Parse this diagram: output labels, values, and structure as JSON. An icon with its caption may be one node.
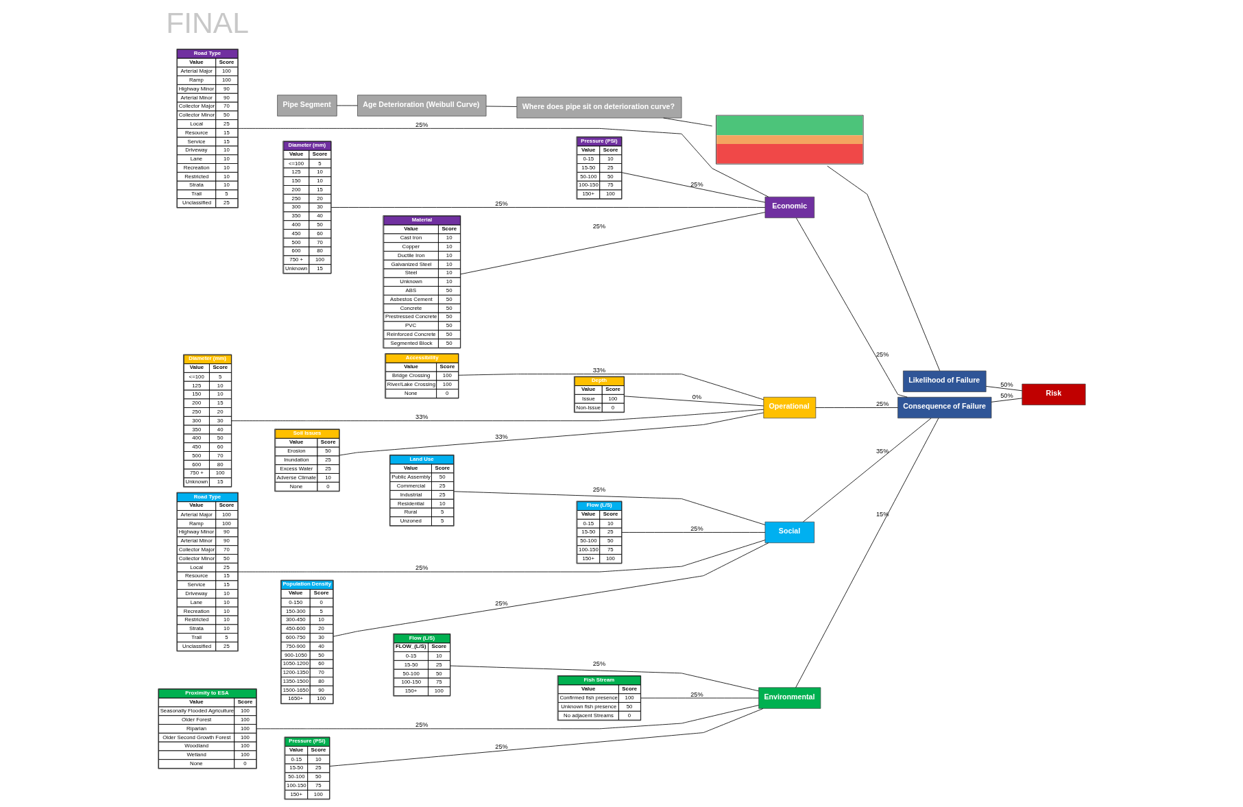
{
  "diagram": {
    "nodes": [
      {
        "text": [
          "Road Type",
          "Value",
          "Score",
          "Arterial Major",
          "100",
          "Ramp",
          "100",
          "Highway Minor",
          "90",
          "Arterial Minor",
          "90",
          "Collector Major",
          "70",
          "Collector Minor",
          "50",
          "Local",
          "25",
          "Resource",
          "15",
          "Service",
          "15",
          "Driveway",
          "10",
          "Lane",
          "10",
          "Recreation",
          "10",
          "Restricted",
          "10",
          "Strata",
          "10",
          "Trail",
          "5",
          "Unclassified",
          "25"
        ]
      },
      {
        "text": [
          "Diameter (mm)",
          "Value",
          "Score",
          "<=100",
          "5",
          "125",
          "10",
          "150",
          "10",
          "200",
          "15",
          "250",
          "20",
          "300",
          "30",
          "350",
          "40",
          "400",
          "50",
          "450",
          "60",
          "500",
          "70",
          "600",
          "80",
          "750 +",
          "100",
          "Unknown",
          "15"
        ]
      },
      {
        "text": [
          "Material",
          "Value",
          "Score",
          "Cast Iron",
          "10",
          "Copper",
          "10",
          "Ductile Iron",
          "10",
          "Galvanized Steel",
          "10",
          "Steel",
          "10",
          "Unknown",
          "10",
          "ABS",
          "50",
          "Asbestos Cement",
          "50",
          "Concrete",
          "50",
          "Prestressed Concrete",
          "50",
          "PVC",
          "50",
          "Reinforced Concrete",
          "50",
          "Segmented Block",
          "50"
        ]
      },
      {
        "text": [
          "Pressure (PSI)",
          "Value",
          "Score",
          "0-15",
          "10",
          "15-50",
          "25",
          "50-100",
          "50",
          "100-150",
          "75",
          "150+",
          "100"
        ]
      },
      {
        "text": [
          "Economic"
        ]
      },
      {
        "text": [
          "Diameter (mm)",
          "Value",
          "Score",
          "<=100",
          "5",
          "125",
          "10",
          "150",
          "10",
          "200",
          "15",
          "250",
          "20",
          "300",
          "30",
          "350",
          "40",
          "400",
          "50",
          "450",
          "60",
          "500",
          "70",
          "600",
          "80",
          "750 +",
          "100",
          "Unknown",
          "15"
        ]
      },
      {
        "text": [
          "Soil Issues",
          "Value",
          "Score",
          "Erosion",
          "50",
          "Inundation",
          "25",
          "Excess Water",
          "25",
          "Adverse Climate",
          "10",
          "None",
          "0"
        ]
      },
      {
        "text": [
          "Accessibility",
          "Value",
          "Score",
          "Bridge Crossing",
          "100",
          "River/Lake Crossing",
          "100",
          "None",
          "0"
        ]
      },
      {
        "text": [
          "Depth",
          "Value",
          "Score",
          "Issue",
          "100",
          "Non-Issue",
          "0"
        ]
      },
      {
        "text": [
          "Operational"
        ]
      },
      {
        "text": [
          "Road Type",
          "Value",
          "Score",
          "Arterial Major",
          "100",
          "Ramp",
          "100",
          "Highway Minor",
          "90",
          "Arterial Minor",
          "90",
          "Collector Major",
          "70",
          "Collector Minor",
          "50",
          "Local",
          "25",
          "Resource",
          "15",
          "Service",
          "15",
          "Driveway",
          "10",
          "Lane",
          "10",
          "Recreation",
          "10",
          "Restricted",
          "10",
          "Strata",
          "10",
          "Trail",
          "5",
          "Unclassified",
          "25"
        ]
      },
      {
        "text": [
          "Population Density",
          "Value",
          "Score",
          "0-150",
          "0",
          "150-300",
          "5",
          "300-450",
          "10",
          "450-600",
          "20",
          "600-750",
          "30",
          "750-900",
          "40",
          "900-1050",
          "50",
          "1050-1200",
          "60",
          "1200-1350",
          "70",
          "1350-1500",
          "80",
          "1500-1650",
          "90",
          "1650+",
          "100"
        ]
      },
      {
        "text": [
          "Land Use",
          "Value",
          "Score",
          "Public Assembly",
          "50",
          "Commercial",
          "25",
          "Industrial",
          "25",
          "Residential",
          "10",
          "Rural",
          "5",
          "Unzoned",
          "5"
        ]
      },
      {
        "text": [
          "Flow (L/S)",
          "Value",
          "Score",
          "0-15",
          "10",
          "15-50",
          "25",
          "50-100",
          "50",
          "100-150",
          "75",
          "150+",
          "100"
        ]
      },
      {
        "text": [
          "Social"
        ]
      },
      {
        "text": [
          "Proximity to ESA",
          "Value",
          "Score",
          "Seasonally Flooded Agriculture",
          "100",
          "Older Forest",
          "100",
          "Riparian",
          "100",
          "Older Second Growth Forest",
          "100",
          "Woodland",
          "100",
          "Wetland",
          "100",
          "None",
          "0"
        ]
      },
      {
        "text": [
          "Pressure (PSI)",
          "Value",
          "Score",
          "0-15",
          "10",
          "15-50",
          "25",
          "50-100",
          "50",
          "100-150",
          "75",
          "150+",
          "100"
        ]
      },
      {
        "text": [
          "Flow (L/S)",
          "FLOW_(L/S)",
          "Score",
          "0-15",
          "10",
          "15-50",
          "25",
          "50-100",
          "50",
          "100-150",
          "75",
          "150+",
          "100"
        ]
      },
      {
        "text": [
          "Fish Stream",
          "Value",
          "Score",
          "Confirmed fish presence",
          "100",
          "Unknown fish presence",
          "50",
          "No adjacent Streams",
          "0"
        ]
      },
      {
        "text": [
          "Environmental"
        ]
      },
      {
        "text": [
          "Consequence of Failure"
        ]
      },
      {
        "text": [
          "Risk"
        ]
      },
      {
        "text": [
          "Pipe Segment"
        ]
      },
      {
        "text": [
          "Age Deterioration (Weibull Curve)"
        ]
      },
      {
        "text": [
          "Where does pipe sit on deterioration curve?"
        ]
      },
      {
        "text": [],
        "shape": "picture"
      },
      {
        "text": [
          "Likelihood of Failure"
        ]
      }
    ],
    "edges": [
      {
        "from": 0,
        "to": 4,
        "arrow": "none",
        "label": "25%"
      },
      {
        "from": 1,
        "to": 4,
        "arrow": "none",
        "label": "25%"
      },
      {
        "from": 2,
        "to": 4,
        "arrow": "none",
        "label": "25%"
      },
      {
        "from": 3,
        "to": 4,
        "arrow": "none",
        "label": "25%"
      },
      {
        "from": 5,
        "to": 9,
        "arrow": "none",
        "label": "33%"
      },
      {
        "from": 6,
        "to": 9,
        "arrow": "none",
        "label": "33%"
      },
      {
        "from": 7,
        "to": 9,
        "arrow": "none",
        "label": "33%"
      },
      {
        "from": 8,
        "to": 9,
        "arrow": "none",
        "label": "0%"
      },
      {
        "from": 10,
        "to": 14,
        "arrow": "none",
        "label": "25%"
      },
      {
        "from": 11,
        "to": 14,
        "arrow": "none",
        "label": "25%"
      },
      {
        "from": 12,
        "to": 14,
        "arrow": "none",
        "label": "25%"
      },
      {
        "from": 13,
        "to": 14,
        "arrow": "none",
        "label": "25%"
      },
      {
        "from": 15,
        "to": 19,
        "arrow": "none",
        "label": "25%"
      },
      {
        "from": 16,
        "to": 19,
        "arrow": "none",
        "label": "25%"
      },
      {
        "from": 17,
        "to": 19,
        "arrow": "none",
        "label": "25%"
      },
      {
        "from": 18,
        "to": 19,
        "arrow": "none",
        "label": "25%"
      },
      {
        "from": 4,
        "to": 20,
        "arrow": "none",
        "label": "25%"
      },
      {
        "from": 9,
        "to": 20,
        "arrow": "none",
        "label": "25%"
      },
      {
        "from": 14,
        "to": 20,
        "arrow": "none",
        "label": "35%"
      },
      {
        "from": 19,
        "to": 20,
        "arrow": "none",
        "label": "15%"
      },
      {
        "from": 20,
        "to": 21,
        "arrow": "none",
        "label": "50%"
      },
      {
        "from": 26,
        "to": 21,
        "arrow": "none",
        "label": "50%"
      },
      {
        "from": 22,
        "to": 23,
        "arrow": "none"
      },
      {
        "from": 23,
        "to": 24,
        "arrow": "none"
      },
      {
        "from": 24,
        "to": 25,
        "arrow": "none"
      },
      {
        "from": 25,
        "to": 26,
        "arrow": "none"
      }
    ],
    "labels": [
      "FINAL"
    ]
  }
}
